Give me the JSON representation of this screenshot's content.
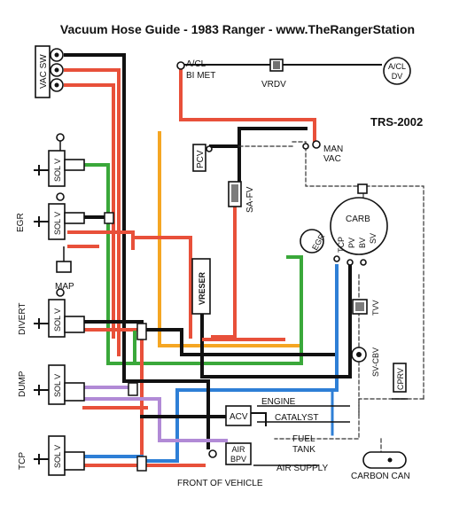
{
  "title": "Vacuum Hose Guide - 1983 Ranger - www.TheRangerStation",
  "code": "TRS-2002",
  "labels": {
    "vac_sw": "VAC SW",
    "acl_bimet_1": "A/CL",
    "acl_bimet_2": "BI MET",
    "vrdv": "VRDV",
    "acl_dv_1": "A/CL",
    "acl_dv_2": "DV",
    "man_vac_1": "MAN",
    "man_vac_2": "VAC",
    "pcv": "PCV",
    "sa_fv": "SA-FV",
    "egr_side": "EGR",
    "sol_v": "SOL V",
    "map": "MAP",
    "carb": "CARB",
    "egr_valve": "EGR",
    "tcp_port": "TCP",
    "pv_port": "PV",
    "bv_port": "BV",
    "sv_port": "SV",
    "tvv": "TVV",
    "vreser": "VRESER",
    "divert": "DIVERT",
    "dump": "DUMP",
    "tcp_side": "TCP",
    "sv_cbv": "SV-CBV",
    "cprv": "CPRV",
    "engine": "ENGINE",
    "catalyst": "CATALYST",
    "acv": "ACV",
    "fuel": "FUEL",
    "tank": "TANK",
    "air_bpv_1": "AIR",
    "air_bpv_2": "BPV",
    "air_supply": "AIR SUPPLY",
    "carbon_can": "CARBON CAN",
    "front": "FRONT OF VEHICLE"
  },
  "colors": {
    "red": "#e8503a",
    "orange": "#f5a623",
    "green": "#3aa83a",
    "blue": "#2e7fd6",
    "black": "#111111",
    "purple": "#b18ad6",
    "dashed": "#333333"
  }
}
